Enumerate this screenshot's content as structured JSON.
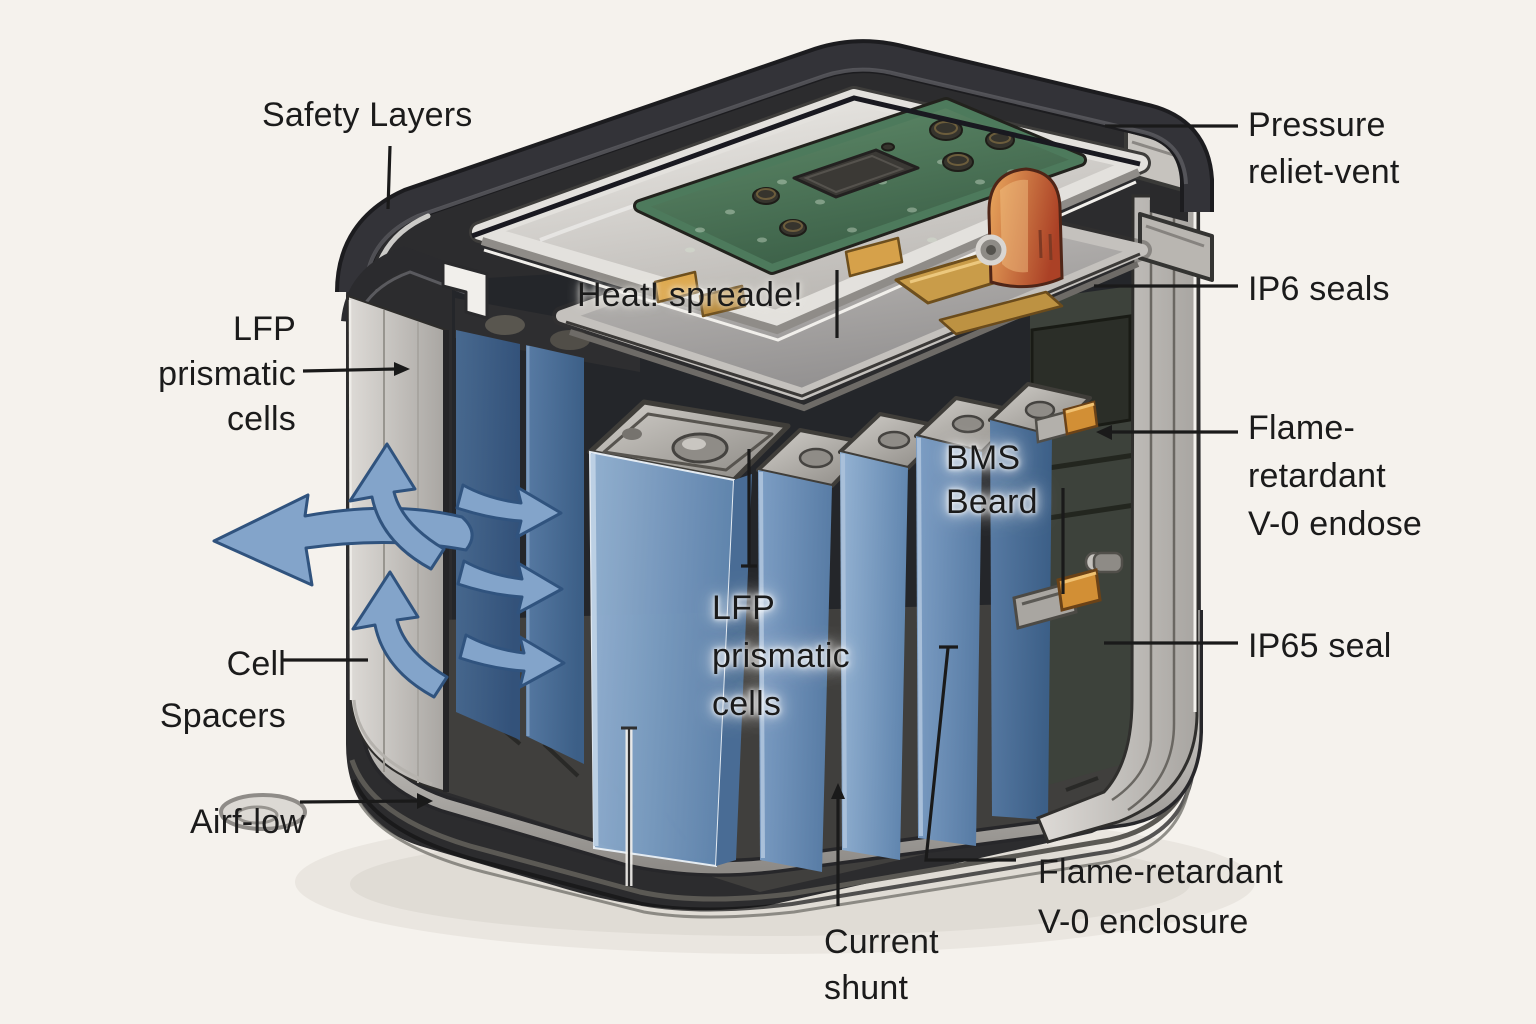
{
  "labels": {
    "safety_layers": "Safety Layers",
    "pressure_relief_vent": {
      "line1": "Pressure",
      "line2": "reliet-vent"
    },
    "lfp_cells_left": {
      "line1": "LFP",
      "line2": "prismatic",
      "line3": "cells"
    },
    "ip6_seals": "IP6 seals",
    "heat_spreader": "Heat! spreade!",
    "flame_retardant_v0_endose": {
      "line1": "Flame-",
      "line2": "retardant",
      "line3": "V-0 endose"
    },
    "bms_board": {
      "line1": "BMS",
      "line2": "Beard"
    },
    "cell_spacers": {
      "line1": "Cell",
      "line2": "Spacers"
    },
    "ip65_seal": "IP65 seal",
    "airflow": "Airf-low",
    "lfp_cells_center": {
      "line1": "LFP",
      "line2": "prismatic",
      "line3": "cells"
    },
    "current_shunt": {
      "line1": "Current",
      "line2": "shunt"
    },
    "flame_retardant_v0_enclosure": {
      "line1": "Flame-retardant",
      "line2": "V-0 enclosure"
    }
  },
  "colors": {
    "background": "#f5f2ed",
    "label_text": "#1b1b1b",
    "enclosure_dark": "#2e2e31",
    "panel_light": "#dcdad6",
    "cell_blue": "#7a9cc3",
    "airflow_arrow_blue": "#83a4ca",
    "pcb_green": "#4f7c5e",
    "valve_orange": "#c96a3e",
    "connector_orange": "#d28f35"
  },
  "icons": {
    "airflow_arrows": "curved-blue-arrow",
    "leader_lines": "black-callout-line"
  }
}
